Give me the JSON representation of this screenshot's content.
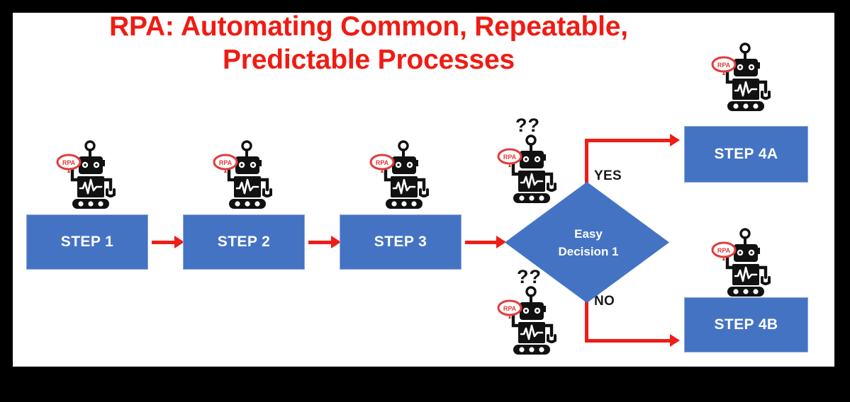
{
  "frame": {
    "border_color": "#000000",
    "canvas_color": "#ffffff"
  },
  "title": {
    "line1": "RPA: Automating Common, Repeatable,",
    "line2": "Predictable Processes",
    "color": "#ef1c13"
  },
  "palette": {
    "process_blue": "#4573c4",
    "arrow_red": "#ee1d17",
    "title_red": "#ef1c13",
    "robot_black": "#111111",
    "badge_red": "#e03c3c",
    "text_white": "#ffffff",
    "label_black": "#1a1a1a"
  },
  "flowchart": {
    "type": "flowchart",
    "nodes": [
      {
        "id": "step1",
        "label": "STEP 1",
        "shape": "process"
      },
      {
        "id": "step2",
        "label": "STEP 2",
        "shape": "process"
      },
      {
        "id": "step3",
        "label": "STEP 3",
        "shape": "process"
      },
      {
        "id": "dec1",
        "label_line1": "Easy",
        "label_line2": "Decision 1",
        "shape": "decision"
      },
      {
        "id": "step4a",
        "label": "STEP 4A",
        "shape": "process"
      },
      {
        "id": "step4b",
        "label": "STEP 4B",
        "shape": "process"
      }
    ],
    "edges": [
      {
        "from": "step1",
        "to": "step2",
        "label": ""
      },
      {
        "from": "step2",
        "to": "step3",
        "label": ""
      },
      {
        "from": "step3",
        "to": "dec1",
        "label": ""
      },
      {
        "from": "dec1",
        "to": "step4a",
        "label": "YES"
      },
      {
        "from": "dec1",
        "to": "step4b",
        "label": "NO"
      }
    ]
  },
  "branch_labels": {
    "yes": "YES",
    "no": "NO"
  },
  "annotations": {
    "question_top": "??",
    "question_bottom": "??"
  },
  "robots": {
    "badge_text": "RPA",
    "count": 7,
    "items": [
      {
        "id": "robot-1",
        "attached_to": "step1"
      },
      {
        "id": "robot-2",
        "attached_to": "step2"
      },
      {
        "id": "robot-3",
        "attached_to": "step3"
      },
      {
        "id": "robot-4",
        "attached_to": "dec1-yes"
      },
      {
        "id": "robot-5",
        "attached_to": "dec1-no"
      },
      {
        "id": "robot-6",
        "attached_to": "step4a"
      },
      {
        "id": "robot-7",
        "attached_to": "step4b"
      }
    ]
  }
}
